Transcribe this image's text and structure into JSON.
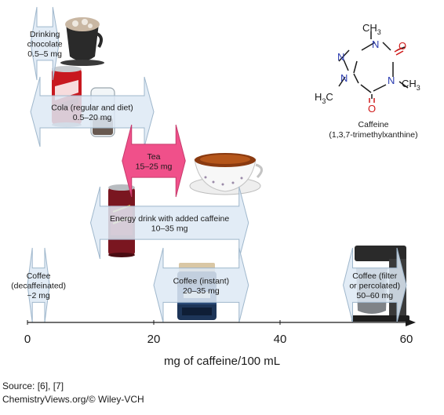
{
  "beverages": [
    {
      "id": "drinking-chocolate",
      "lines": [
        "Drinking",
        "chocolate",
        "0.5–5 mg"
      ],
      "min": 0.5,
      "max": 5,
      "color": "#dde9f4",
      "icon": "cocoa-cup-icon"
    },
    {
      "id": "cola",
      "lines": [
        "Cola (regular and diet)",
        "0.5–20 mg"
      ],
      "min": 0.5,
      "max": 20,
      "color": "#dde9f4",
      "icon": "cola-can-and-glass-icon"
    },
    {
      "id": "tea",
      "lines": [
        "Tea",
        "15–25 mg"
      ],
      "min": 15,
      "max": 25,
      "color": "#f0508a",
      "icon": "tea-cup-icon"
    },
    {
      "id": "energy-drink",
      "lines": [
        "Energy drink with added caffeine",
        "10–35 mg"
      ],
      "min": 10,
      "max": 35,
      "color": "#dde9f4",
      "icon": "energy-drink-can-icon"
    },
    {
      "id": "coffee-decaf",
      "lines": [
        "Coffee",
        "(decaffeinated)",
        "~2 mg"
      ],
      "min": 0,
      "max": 3.5,
      "color": "#dde9f4",
      "icon": null
    },
    {
      "id": "coffee-instant",
      "lines": [
        "Coffee (instant)",
        "20–35 mg"
      ],
      "min": 20,
      "max": 35,
      "color": "#dde9f4",
      "icon": "instant-coffee-jar-icon"
    },
    {
      "id": "coffee-filter",
      "lines": [
        "Coffee (filter",
        "or percolated)",
        "50–60 mg"
      ],
      "min": 50,
      "max": 60,
      "color": "#dde9f4",
      "icon": "coffee-maker-icon"
    }
  ],
  "axis": {
    "label": "mg of caffeine/100 mL",
    "ticks": [
      "0",
      "20",
      "40",
      "60"
    ],
    "min": 0,
    "max": 60
  },
  "molecule": {
    "name": "Caffeine",
    "iupac": "(1,3,7-trimethylxanthine)",
    "ch3_top": "CH",
    "ch3_top_sub": "3",
    "h3c": "H",
    "h3c_sub": "3",
    "h3c_c": "C",
    "n": "N",
    "o": "O"
  },
  "footer": {
    "source": "Source: [6], [7]",
    "credit": "ChemistryViews.org/© Wiley-VCH"
  }
}
